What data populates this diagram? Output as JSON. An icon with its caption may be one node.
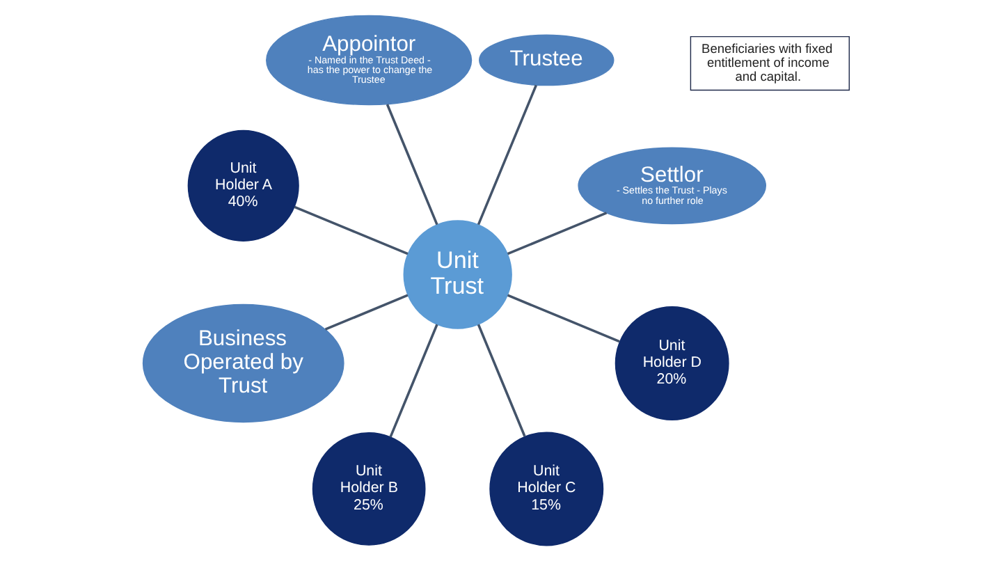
{
  "diagram": {
    "nodes": [
      {
        "text": [
          "Settlor",
          "- Settles the Trust - Plays no further role"
        ]
      },
      {
        "text": [
          "Trustee"
        ]
      },
      {
        "text": [
          "Beneficiaries with fixed entitlement of income and capital."
        ]
      },
      {
        "text": [
          "Appointor",
          "- Named in the Trust Deed - has the power to change the Trustee"
        ]
      },
      {
        "text": [
          "Unit Trust"
        ]
      },
      {
        "text": [
          "Unit Holder A 40%"
        ]
      },
      {
        "text": [
          "Business Operated by Trust"
        ]
      },
      {
        "text": [
          "Unit Holder B 25%"
        ]
      },
      {
        "text": [
          "Unit Holder C 15%"
        ]
      },
      {
        "text": [
          "Unit Holder D 20%"
        ]
      }
    ],
    "edges": [
      {
        "from": 4,
        "to": 1,
        "arrow": "none"
      },
      {
        "from": 4,
        "to": 0,
        "arrow": "none"
      },
      {
        "from": 4,
        "to": 3,
        "arrow": "none"
      },
      {
        "from": 4,
        "to": 6,
        "arrow": "none"
      },
      {
        "from": 4,
        "to": 9,
        "arrow": "none"
      },
      {
        "from": 4,
        "to": 8,
        "arrow": "none"
      },
      {
        "from": 4,
        "to": 7,
        "arrow": "none"
      },
      {
        "from": 4,
        "to": 5,
        "arrow": "none"
      }
    ]
  }
}
